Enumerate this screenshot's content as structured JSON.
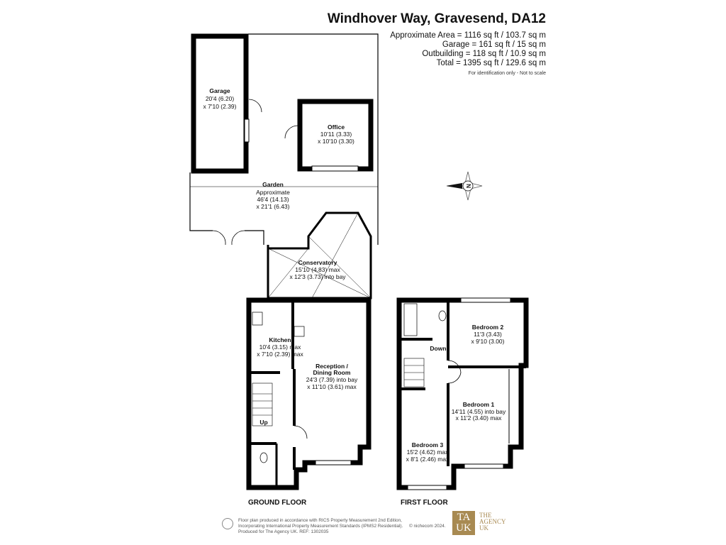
{
  "header": {
    "title": "Windhover Way, Gravesend, DA12",
    "areas": [
      "Approximate Area = 1116 sq ft / 103.7 sq m",
      "Garage = 161 sq ft / 15 sq m",
      "Outbuilding = 118 sq ft / 10.9 sq m",
      "Total = 1395 sq ft / 129.6 sq m"
    ],
    "note": "For identification only - Not to scale"
  },
  "rooms": {
    "garage": {
      "name": "Garage",
      "dim1": "20'4 (6.20)",
      "dim2": "x 7'10 (2.39)"
    },
    "office": {
      "name": "Office",
      "dim1": "10'11 (3.33)",
      "dim2": "x 10'10 (3.30)"
    },
    "garden": {
      "name": "Garden",
      "sub": "Approximate",
      "dim1": "46'4 (14.13)",
      "dim2": "x 21'1 (6.43)"
    },
    "conservatory": {
      "name": "Conservatory",
      "dim1": "15'10 (4.83) max",
      "dim2": "x 12'3 (3.73) into bay"
    },
    "kitchen": {
      "name": "Kitchen",
      "dim1": "10'4 (3.15) max",
      "dim2": "x 7'10 (2.39) max"
    },
    "reception": {
      "name1": "Reception /",
      "name2": "Dining Room",
      "dim1": "24'3 (7.39) into bay",
      "dim2": "x 11'10 (3.61) max"
    },
    "bedroom2": {
      "name": "Bedroom 2",
      "dim1": "11'3 (3.43)",
      "dim2": "x 9'10 (3.00)"
    },
    "bedroom1": {
      "name": "Bedroom 1",
      "dim1": "14'11 (4.55) into bay",
      "dim2": "x 11'2 (3.40) max"
    },
    "bedroom3": {
      "name": "Bedroom 3",
      "dim1": "15'2 (4.62) max",
      "dim2": "x 8'1 (2.46) max"
    }
  },
  "stairs": {
    "up": "Up",
    "down": "Down"
  },
  "floors": {
    "ground": "GROUND FLOOR",
    "first": "FIRST FLOOR"
  },
  "compass": {
    "label": "N",
    "icon": "compass-icon"
  },
  "footer": {
    "lines": [
      "Floor plan produced in accordance with RICS Property Measurement 2nd Edition,",
      "Incorporating International Property Measurement Standards (IPMS2 Residential).",
      "Produced for The Agency UK.   REF:   1302035"
    ],
    "copyright": "© nichecom 2024.",
    "logo_mark": "TA UK",
    "logo_text": "THE AGENCY UK",
    "brand_color": "#a88a52"
  }
}
